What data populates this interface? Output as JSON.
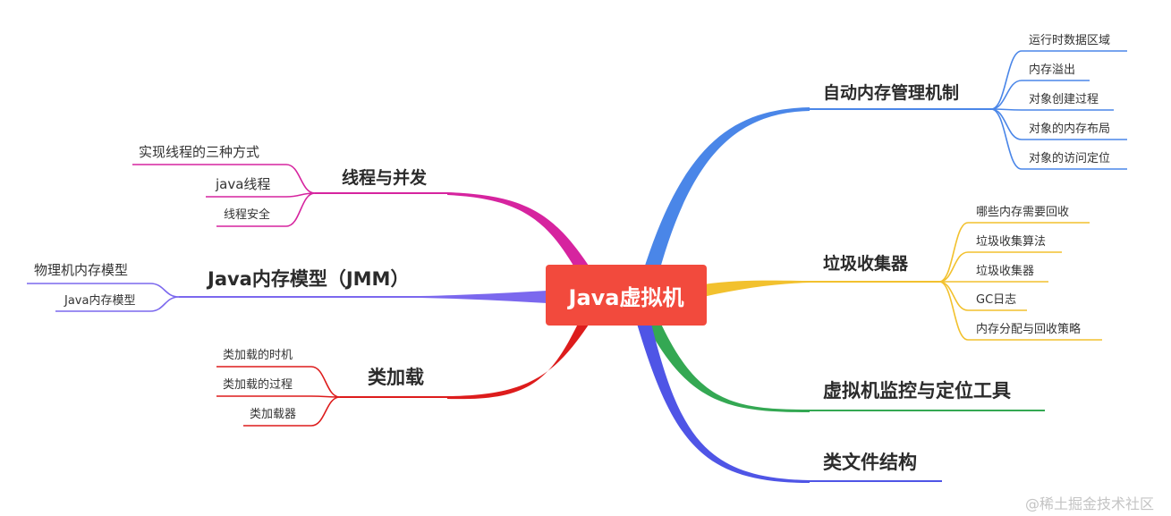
{
  "center": {
    "label": "Java虚拟机"
  },
  "watermark": "@稀土掘金技术社区",
  "colors": {
    "center": "#f24a3d",
    "memory_mgmt": "#4a86e8",
    "gc": "#f2c12e",
    "monitoring": "#34a853",
    "class_file": "#4f55e6",
    "threads": "#d6249f",
    "jmm": "#7b68ee",
    "class_loading": "#dd1c1c"
  },
  "branches": {
    "memory_mgmt": {
      "label": "自动内存管理机制",
      "children": [
        "运行时数据区域",
        "内存溢出",
        "对象创建过程",
        "对象的内存布局",
        "对象的访问定位"
      ]
    },
    "gc": {
      "label": "垃圾收集器",
      "children": [
        "哪些内存需要回收",
        "垃圾收集算法",
        "垃圾收集器",
        "GC日志",
        "内存分配与回收策略"
      ]
    },
    "monitoring": {
      "label": "虚拟机监控与定位工具"
    },
    "class_file": {
      "label": "类文件结构"
    },
    "threads": {
      "label": "线程与并发",
      "children": [
        "实现线程的三种方式",
        "java线程",
        "线程安全"
      ]
    },
    "jmm": {
      "label": "Java内存模型（JMM）",
      "children": [
        "物理机内存模型",
        "Java内存模型"
      ]
    },
    "class_loading": {
      "label": "类加载",
      "children": [
        "类加载的时机",
        "类加载的过程",
        "类加载器"
      ]
    }
  }
}
